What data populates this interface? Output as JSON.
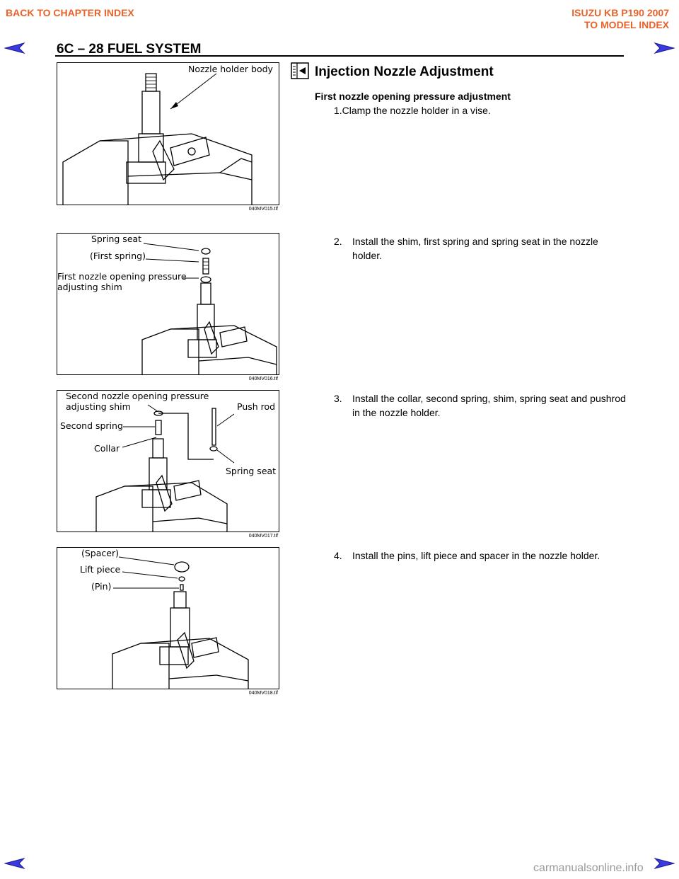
{
  "nav": {
    "back_to_chapter": "BACK TO CHAPTER INDEX",
    "model_line1": "ISUZU KB P190 2007",
    "model_line2": "TO MODEL INDEX",
    "accent_color": "#e8632a"
  },
  "header": {
    "title": "6C – 28   FUEL SYSTEM"
  },
  "section": {
    "title": "Injection Nozzle Adjustment",
    "icon": "service-procedure-icon",
    "subheading": "First nozzle opening pressure adjustment",
    "step1": "1.Clamp the nozzle holder in a vise."
  },
  "steps": [
    {
      "num": "2.",
      "text": "Install the shim, first spring and spring seat in the nozzle holder."
    },
    {
      "num": "3.",
      "text": "Install the collar, second spring, shim, spring seat and pushrod in the nozzle holder."
    },
    {
      "num": "4.",
      "text": "Install the pins, lift piece and spacer in the nozzle holder."
    }
  ],
  "figures": [
    {
      "caption": "040MV015.tif",
      "labels": [
        "Nozzle holder body"
      ]
    },
    {
      "caption": "040MV016.tif",
      "labels": [
        "Spring seat",
        "(First spring)",
        "First nozzle opening pressure",
        "adjusting shim"
      ]
    },
    {
      "caption": "040MV017.tif",
      "labels": [
        "Second nozzle opening pressure",
        "adjusting shim",
        "Second spring",
        "Collar",
        "Push rod",
        "Spring seat"
      ]
    },
    {
      "caption": "040MV018.tif",
      "labels": [
        "(Spacer)",
        "Lift piece",
        "(Pin)"
      ]
    }
  ],
  "footer": {
    "watermark": "carmanualsonline.info"
  }
}
